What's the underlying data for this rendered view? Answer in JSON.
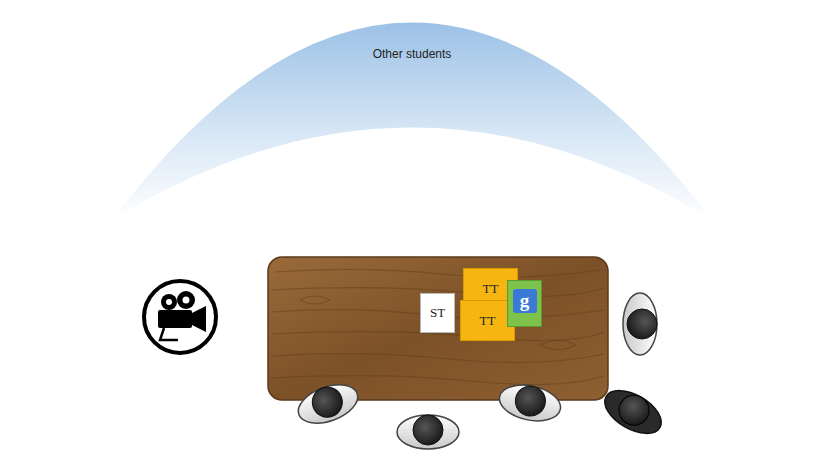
{
  "diagram": {
    "nodes": [
      {
        "text": [
          "Other students"
        ]
      },
      {
        "text": [
          "ST"
        ]
      },
      {
        "text": [
          "TT"
        ]
      },
      {
        "text": [
          "TT"
        ]
      },
      {
        "text": [
          "g"
        ]
      }
    ]
  }
}
